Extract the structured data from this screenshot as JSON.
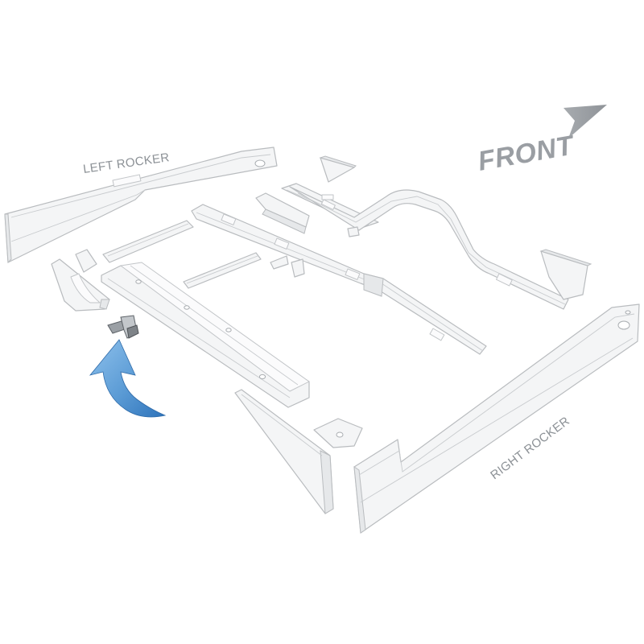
{
  "labels": {
    "left_rocker": "LEFT ROCKER",
    "right_rocker": "RIGHT ROCKER",
    "front": "FRONT"
  },
  "colors": {
    "highlight_arrow": "#5b9bd5",
    "highlighted_part": "#8f9499",
    "part_outline": "#b9bcbf",
    "label_text": "#8c9196"
  },
  "icons": {
    "front_direction": "arrowhead-right-icon",
    "callout": "curved-arrow-icon"
  }
}
